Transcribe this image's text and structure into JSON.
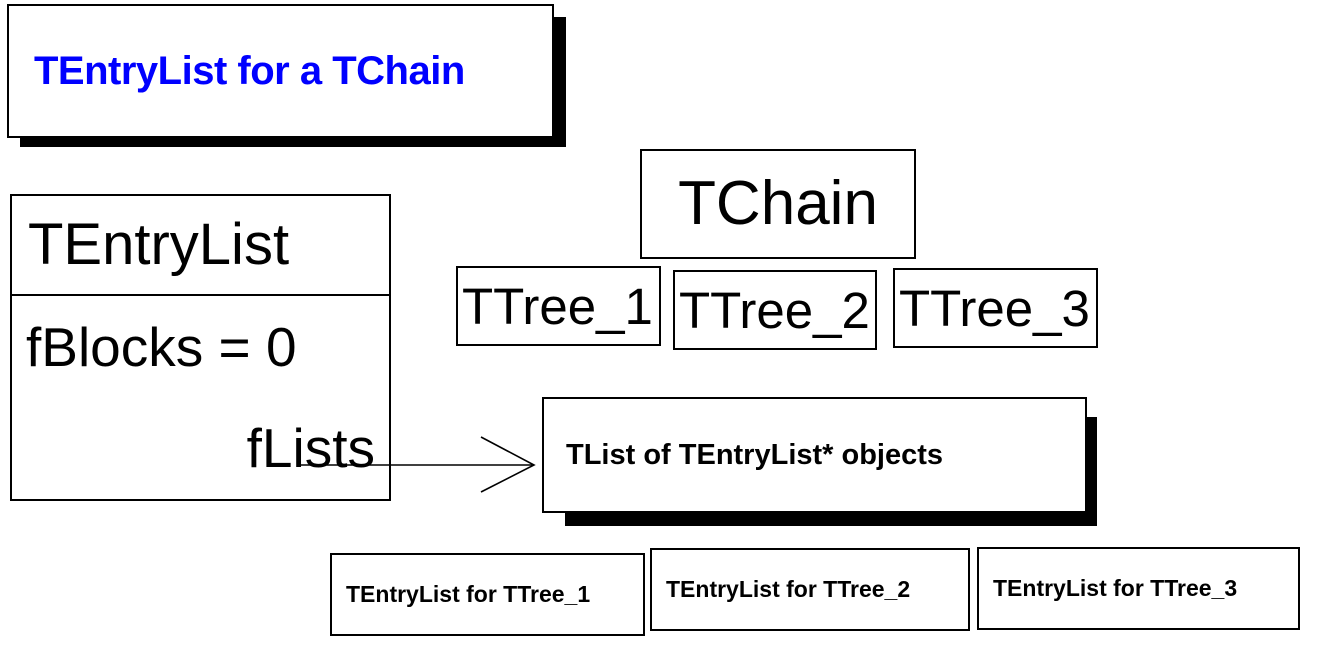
{
  "title": {
    "text": "TEntryList for a TChain",
    "color": "#0000ff"
  },
  "entrylist": {
    "class_name": "TEntryList",
    "fields": [
      {
        "label": "fBlocks = 0"
      },
      {
        "label": "fLists"
      }
    ]
  },
  "chain": {
    "name": "TChain",
    "trees": [
      {
        "name": "TTree_1"
      },
      {
        "name": "TTree_2"
      },
      {
        "name": "TTree_3"
      }
    ]
  },
  "tlist": {
    "label": "TList of TEntryList* objects"
  },
  "leaf_lists": [
    {
      "label": "TEntryList for TTree_1"
    },
    {
      "label": "TEntryList for TTree_2"
    },
    {
      "label": "TEntryList for TTree_3"
    }
  ],
  "connector": {
    "name": "flists-to-tlist-arrow"
  }
}
